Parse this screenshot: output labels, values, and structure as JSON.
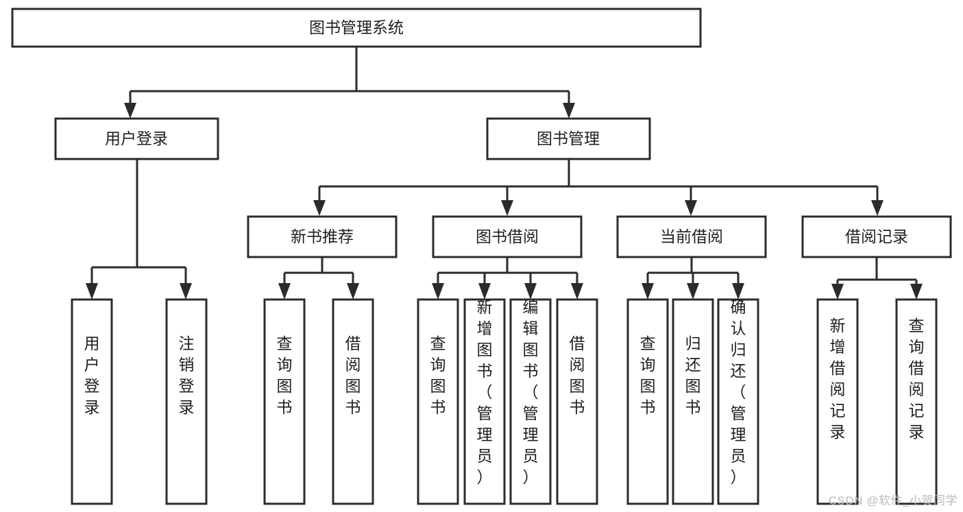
{
  "diagram": {
    "title": "图书管理系统",
    "type": "tree",
    "watermark": "CSDN @软件_小贺同学",
    "colors": {
      "stroke": "#2b2b2b",
      "fill": "#ffffff",
      "text": "#1f1f1f",
      "watermark": "#b9b9b9",
      "background": "#ffffff"
    },
    "levels": {
      "root": {
        "label": "图书管理系统"
      },
      "level2": [
        {
          "label": "用户登录"
        },
        {
          "label": "图书管理"
        }
      ],
      "level3": [
        {
          "label": "新书推荐"
        },
        {
          "label": "图书借阅"
        },
        {
          "label": "当前借阅"
        },
        {
          "label": "借阅记录"
        }
      ],
      "leaves": {
        "user_login": [
          {
            "label": "用户登录"
          },
          {
            "label": "注销登录"
          }
        ],
        "new_book": [
          {
            "label": "查询图书"
          },
          {
            "label": "借阅图书"
          }
        ],
        "book_borrow": [
          {
            "label": "查询图书"
          },
          {
            "label": "新增图书（管理员）"
          },
          {
            "label": "编辑图书（管理员）"
          },
          {
            "label": "借阅图书"
          }
        ],
        "current_borrow": [
          {
            "label": "查询图书"
          },
          {
            "label": "归还图书"
          },
          {
            "label": "确认归还（管理员）"
          }
        ],
        "borrow_record": [
          {
            "label": "新增借阅记录"
          },
          {
            "label": "查询借阅记录"
          }
        ]
      }
    }
  }
}
